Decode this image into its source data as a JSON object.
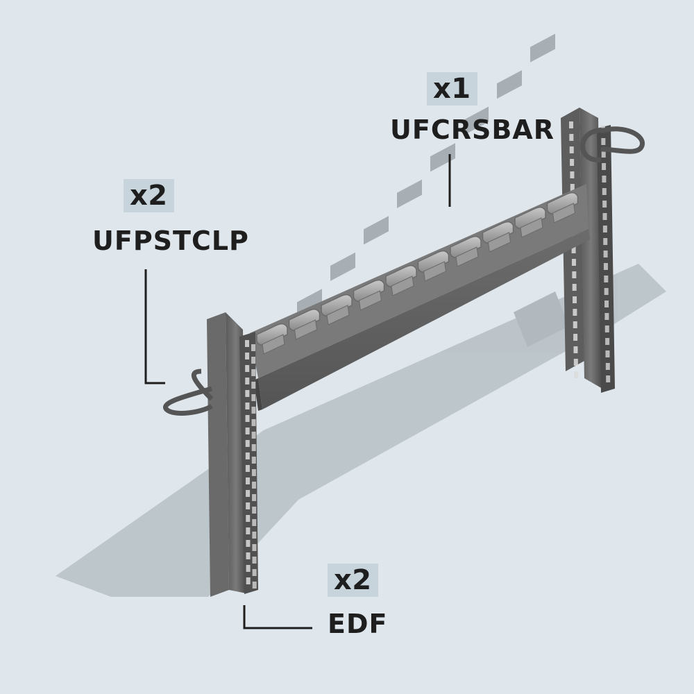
{
  "colors": {
    "background": "#dfe6ec",
    "badge_fill": "#c7d4dc",
    "text": "#1e1e1e",
    "metal_dark": "#4e4e4e",
    "metal_mid": "#6d6d6d",
    "metal_light": "#a8a8a8",
    "shadow": "#b7bfc5"
  },
  "callouts": {
    "crossbar": {
      "quantity": "x1",
      "part": "UFCRSBAR"
    },
    "post_clip": {
      "quantity": "x2",
      "part": "UFPSTCLP"
    },
    "frame": {
      "quantity": "x2",
      "part": "EDF"
    }
  },
  "icons": {
    "rack": "cable-manager-rack-illustration"
  }
}
